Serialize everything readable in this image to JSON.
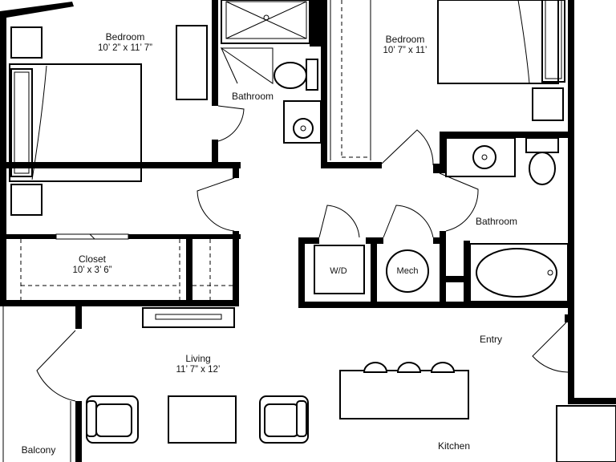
{
  "rooms": {
    "bedroom1": {
      "name": "Bedroom",
      "size": "10’ 2” x 11’ 7”"
    },
    "bedroom2": {
      "name": "Bedroom",
      "size": "10’ 7” x 11’"
    },
    "bathroom1": {
      "name": "Bathroom"
    },
    "bathroom2": {
      "name": "Bathroom"
    },
    "closet": {
      "name": "Closet",
      "size": "10’ x 3’ 6”"
    },
    "wd": {
      "name": "W/D"
    },
    "mech": {
      "name": "Mech"
    },
    "entry": {
      "name": "Entry"
    },
    "living": {
      "name": "Living",
      "size": "11’ 7” x 12’"
    },
    "balcony": {
      "name": "Balcony"
    },
    "kitchen": {
      "name": "Kitchen"
    }
  },
  "colors": {
    "wall": "#000000",
    "fixture": "#222222",
    "background": "#ffffff"
  }
}
